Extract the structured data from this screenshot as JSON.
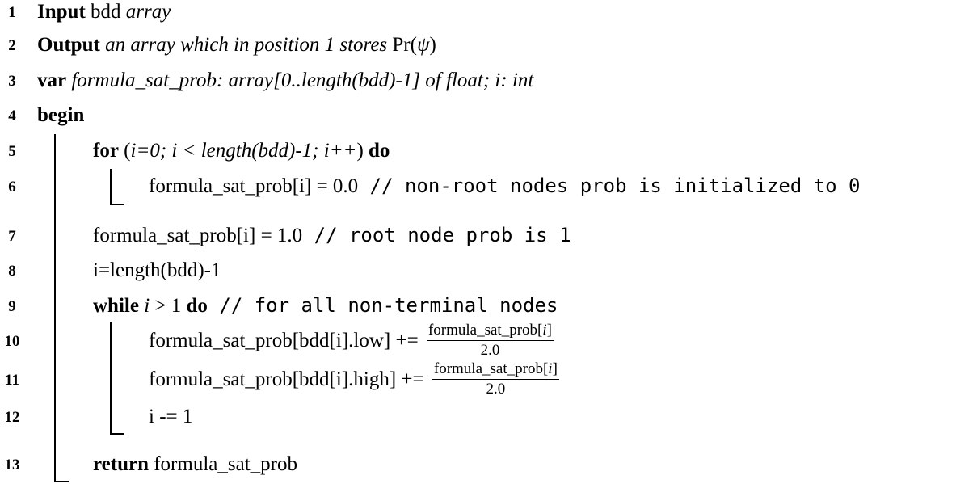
{
  "lines": [
    {
      "no": "1",
      "kw": "Input",
      "rest": " bdd ",
      "it": "array"
    },
    {
      "no": "2",
      "kw": "Output",
      "it": " an array which in position 1 stores ",
      "rest": "Pr(",
      "psi": "ψ",
      "close": ")"
    },
    {
      "no": "3",
      "kw": "var",
      "it": " formula_sat_prob: array[0..length(bdd)-1] of float; i: int"
    },
    {
      "no": "4",
      "kw": "begin"
    },
    {
      "no": "5",
      "kw": "for",
      "open": " (",
      "it": "i=0; i < length(bdd)-1; i++",
      "close": ")",
      "kw2": " do"
    },
    {
      "no": "6",
      "text": "formula_sat_prob[i] = 0.0",
      "comment": " // non-root nodes prob is initialized to 0"
    },
    {
      "no": "7",
      "text": "formula_sat_prob[i] = 1.0",
      "comment": " // root node prob is 1"
    },
    {
      "no": "8",
      "text": "i=length(bdd)-1"
    },
    {
      "no": "9",
      "kw": "while",
      "it": " i",
      "rest": " > 1 ",
      "kw2": "do",
      "comment": " // for all non-terminal nodes"
    },
    {
      "no": "10",
      "text": "formula_sat_prob[bdd[i].low] +=",
      "frac_num_pre": "formula_sat_prob[",
      "frac_num_it": "i",
      "frac_num_post": "]",
      "frac_den": "2.0"
    },
    {
      "no": "11",
      "text": "formula_sat_prob[bdd[i].high] +=",
      "frac_num_pre": "formula_sat_prob[",
      "frac_num_it": "i",
      "frac_num_post": "]",
      "frac_den": "2.0"
    },
    {
      "no": "12",
      "text": "i -= 1"
    },
    {
      "no": "13",
      "kw": "return",
      "rest": " formula_sat_prob"
    }
  ]
}
